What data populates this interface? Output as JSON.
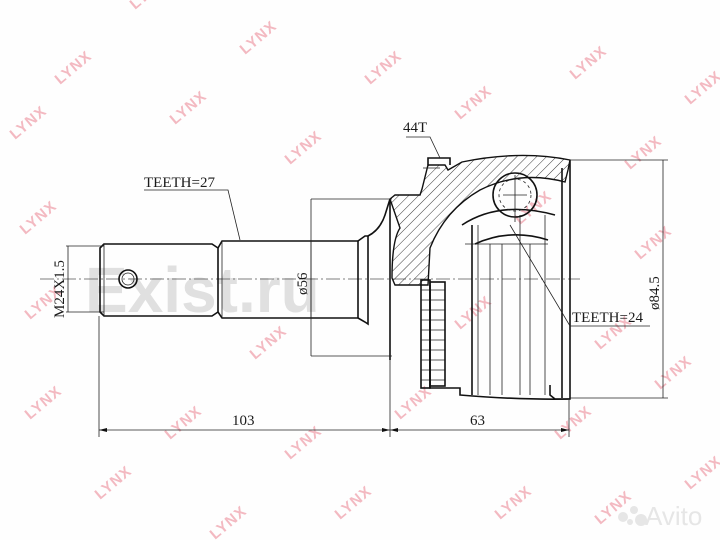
{
  "drawing": {
    "subject": "CV joint (outer) technical drawing",
    "labels": {
      "outer_teeth": "44T",
      "shaft_teeth": "TEETH=27",
      "inner_teeth": "TEETH=24",
      "thread": "M24X1.5",
      "shaft_diameter": "ø56",
      "bell_diameter": "ø84.5",
      "length_shaft": "103",
      "length_bell": "63"
    }
  },
  "watermarks": {
    "brand": "LYNX",
    "site": "Exist.ru",
    "marketplace": "Avito"
  },
  "colors": {
    "line": "#111111",
    "watermark_brand": "#f3b9c1",
    "watermark_site": "#c8c8c8",
    "background": "#fefefe"
  }
}
